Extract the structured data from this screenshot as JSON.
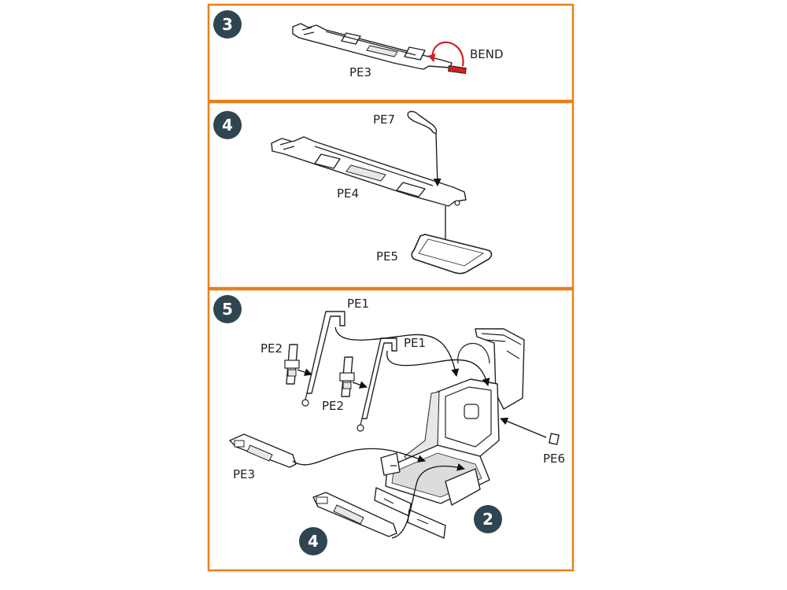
{
  "colors": {
    "frame": "#e8801e",
    "badge": "#2f4552",
    "badge_text": "#ffffff",
    "bend": "#d42020",
    "line": "#222222"
  },
  "steps": [
    {
      "number": "3",
      "labels": {
        "part": "PE3",
        "bend": "BEND"
      }
    },
    {
      "number": "4",
      "labels": {
        "pe7": "PE7",
        "pe4": "PE4",
        "pe5": "PE5"
      }
    },
    {
      "number": "5",
      "labels": {
        "pe1_a": "PE1",
        "pe1_b": "PE1",
        "pe2_a": "PE2",
        "pe2_b": "PE2",
        "pe3": "PE3",
        "pe6": "PE6"
      }
    }
  ],
  "references": {
    "step2": "2",
    "step4": "4"
  }
}
